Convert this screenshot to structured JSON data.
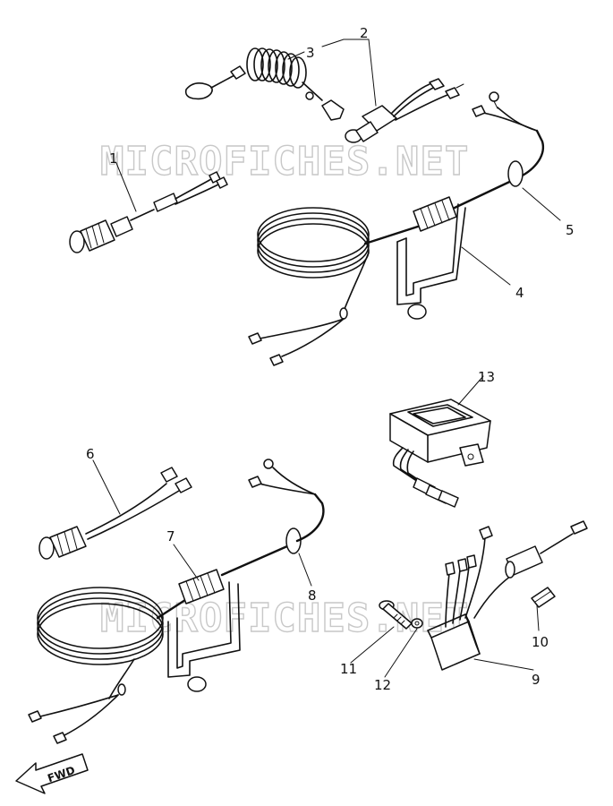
{
  "watermarks": [
    "MICROFICHES.NET",
    "MICROFICHES.NET"
  ],
  "callouts": [
    "1",
    "2",
    "3",
    "4",
    "5",
    "6",
    "7",
    "8",
    "9",
    "10",
    "11",
    "12",
    "13"
  ],
  "direction_label": "FWD"
}
